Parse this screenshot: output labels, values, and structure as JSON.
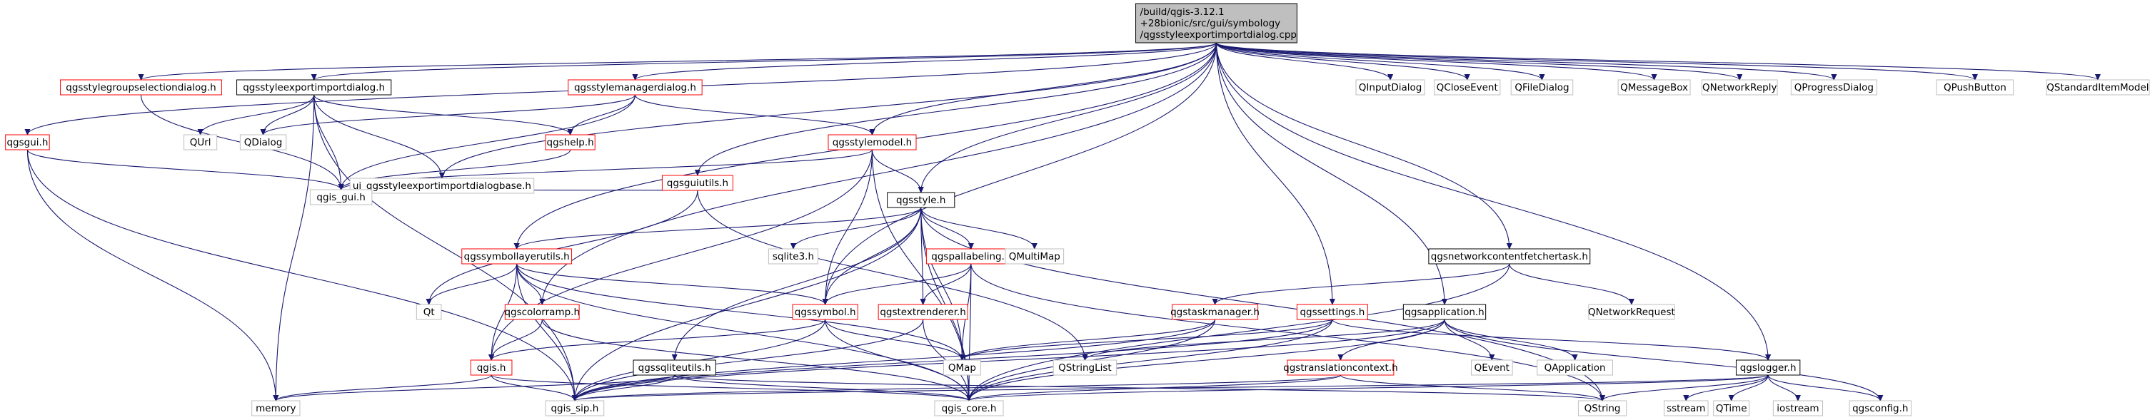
{
  "diagram": {
    "type": "include-dependency-graph",
    "colors": {
      "root_fill": "#bfbfbf",
      "root_border": "#000000",
      "documented_border": "#000000",
      "undocumented_border": "#ff0000",
      "external_border": "#bfbfbf",
      "node_fill": "#ffffff",
      "edge": "#191970"
    },
    "nodes": [
      {
        "id": "root",
        "kind": "root",
        "lines": [
          "/build/qgis-3.12.1",
          "+28bionic/src/gui/symbology",
          "/qgsstyleexportimportdialog.cpp"
        ]
      },
      {
        "id": "groupsel",
        "kind": "undocumented",
        "lines": [
          "qgsstylegroupselectiondialog.h"
        ]
      },
      {
        "id": "exportimport",
        "kind": "documented",
        "lines": [
          "qgsstyleexportimportdialog.h"
        ]
      },
      {
        "id": "stylemanager",
        "kind": "undocumented",
        "lines": [
          "qgsstylemanagerdialog.h"
        ]
      },
      {
        "id": "qgsgui",
        "kind": "undocumented",
        "lines": [
          "qgsgui.h"
        ]
      },
      {
        "id": "qurl",
        "kind": "external",
        "lines": [
          "QUrl"
        ]
      },
      {
        "id": "qdialog",
        "kind": "external",
        "lines": [
          "QDialog"
        ]
      },
      {
        "id": "uibase",
        "kind": "external",
        "lines": [
          "ui_qgsstyleexportimportdialogbase.h"
        ]
      },
      {
        "id": "qgshelp",
        "kind": "undocumented",
        "lines": [
          "qgshelp.h"
        ]
      },
      {
        "id": "guiutils",
        "kind": "undocumented",
        "lines": [
          "qgsguiutils.h"
        ]
      },
      {
        "id": "stylemodel",
        "kind": "undocumented",
        "lines": [
          "qgsstylemodel.h"
        ]
      },
      {
        "id": "qgisgui",
        "kind": "external",
        "lines": [
          "qgis_gui.h"
        ]
      },
      {
        "id": "qgsstyle",
        "kind": "documented",
        "lines": [
          "qgsstyle.h"
        ]
      },
      {
        "id": "qinputdialog",
        "kind": "external",
        "lines": [
          "QInputDialog"
        ]
      },
      {
        "id": "qcloseevent",
        "kind": "external",
        "lines": [
          "QCloseEvent"
        ]
      },
      {
        "id": "qfiledialog",
        "kind": "external",
        "lines": [
          "QFileDialog"
        ]
      },
      {
        "id": "qmessagebox",
        "kind": "external",
        "lines": [
          "QMessageBox"
        ]
      },
      {
        "id": "qnetworkreply",
        "kind": "external",
        "lines": [
          "QNetworkReply"
        ]
      },
      {
        "id": "qprogressdialog",
        "kind": "external",
        "lines": [
          "QProgressDialog"
        ]
      },
      {
        "id": "qpushbutton",
        "kind": "external",
        "lines": [
          "QPushButton"
        ]
      },
      {
        "id": "qstandarditemmodel",
        "kind": "external",
        "lines": [
          "QStandardItemModel"
        ]
      },
      {
        "id": "symbollayerutils",
        "kind": "undocumented",
        "lines": [
          "qgssymbollayerutils.h"
        ]
      },
      {
        "id": "sqlite3",
        "kind": "external",
        "lines": [
          "sqlite3.h"
        ]
      },
      {
        "id": "pallabeling",
        "kind": "undocumented",
        "lines": [
          "qgspallabeling.h"
        ]
      },
      {
        "id": "qmultimap",
        "kind": "external",
        "lines": [
          "QMultiMap"
        ]
      },
      {
        "id": "netfetcher",
        "kind": "documented",
        "lines": [
          "qgsnetworkcontentfetchertask.h"
        ]
      },
      {
        "id": "qt",
        "kind": "external",
        "lines": [
          "Qt"
        ]
      },
      {
        "id": "colorramp",
        "kind": "undocumented",
        "lines": [
          "qgscolorramp.h"
        ]
      },
      {
        "id": "qgssymbol",
        "kind": "undocumented",
        "lines": [
          "qgssymbol.h"
        ]
      },
      {
        "id": "textrenderer",
        "kind": "undocumented",
        "lines": [
          "qgstextrenderer.h"
        ]
      },
      {
        "id": "taskmanager",
        "kind": "undocumented",
        "lines": [
          "qgstaskmanager.h"
        ]
      },
      {
        "id": "settings",
        "kind": "undocumented",
        "lines": [
          "qgssettings.h"
        ]
      },
      {
        "id": "application",
        "kind": "documented",
        "lines": [
          "qgsapplication.h"
        ]
      },
      {
        "id": "qnetworkrequest",
        "kind": "external",
        "lines": [
          "QNetworkRequest"
        ]
      },
      {
        "id": "qgis",
        "kind": "undocumented",
        "lines": [
          "qgis.h"
        ]
      },
      {
        "id": "sqliteutils",
        "kind": "documented",
        "lines": [
          "qgssqliteutils.h"
        ]
      },
      {
        "id": "qmap",
        "kind": "external",
        "lines": [
          "QMap"
        ]
      },
      {
        "id": "qstringlist",
        "kind": "external",
        "lines": [
          "QStringList"
        ]
      },
      {
        "id": "translation",
        "kind": "undocumented",
        "lines": [
          "qgstranslationcontext.h"
        ]
      },
      {
        "id": "qevent",
        "kind": "external",
        "lines": [
          "QEvent"
        ]
      },
      {
        "id": "qapplication",
        "kind": "external",
        "lines": [
          "QApplication"
        ]
      },
      {
        "id": "logger",
        "kind": "documented",
        "lines": [
          "qgslogger.h"
        ]
      },
      {
        "id": "memory",
        "kind": "external",
        "lines": [
          "memory"
        ]
      },
      {
        "id": "qgissip",
        "kind": "external",
        "lines": [
          "qgis_sip.h"
        ]
      },
      {
        "id": "qgiscore",
        "kind": "external",
        "lines": [
          "qgis_core.h"
        ]
      },
      {
        "id": "qstring",
        "kind": "external",
        "lines": [
          "QString"
        ]
      },
      {
        "id": "sstream",
        "kind": "external",
        "lines": [
          "sstream"
        ]
      },
      {
        "id": "qtime",
        "kind": "external",
        "lines": [
          "QTime"
        ]
      },
      {
        "id": "iostream",
        "kind": "external",
        "lines": [
          "iostream"
        ]
      },
      {
        "id": "qgsconfig",
        "kind": "external",
        "lines": [
          "qgsconfig.h"
        ]
      }
    ],
    "edges": [
      [
        "root",
        "groupsel"
      ],
      [
        "root",
        "exportimport"
      ],
      [
        "root",
        "stylemanager"
      ],
      [
        "root",
        "qgsgui"
      ],
      [
        "root",
        "uibase"
      ],
      [
        "root",
        "guiutils"
      ],
      [
        "root",
        "stylemodel"
      ],
      [
        "root",
        "qgsstyle"
      ],
      [
        "root",
        "colorramp"
      ],
      [
        "root",
        "symbollayerutils"
      ],
      [
        "root",
        "qgssymbol"
      ],
      [
        "root",
        "settings"
      ],
      [
        "root",
        "netfetcher"
      ],
      [
        "root",
        "application"
      ],
      [
        "root",
        "logger"
      ],
      [
        "root",
        "qinputdialog"
      ],
      [
        "root",
        "qcloseevent"
      ],
      [
        "root",
        "qfiledialog"
      ],
      [
        "root",
        "qmessagebox"
      ],
      [
        "root",
        "qnetworkreply"
      ],
      [
        "root",
        "qprogressdialog"
      ],
      [
        "root",
        "qpushbutton"
      ],
      [
        "root",
        "qstandarditemmodel"
      ],
      [
        "groupsel",
        "qgisgui"
      ],
      [
        "exportimport",
        "qurl"
      ],
      [
        "exportimport",
        "qdialog"
      ],
      [
        "exportimport",
        "uibase"
      ],
      [
        "exportimport",
        "qgshelp"
      ],
      [
        "exportimport",
        "qgisgui"
      ],
      [
        "exportimport",
        "memory"
      ],
      [
        "exportimport",
        "qgissip"
      ],
      [
        "stylemanager",
        "qdialog"
      ],
      [
        "stylemanager",
        "qgshelp"
      ],
      [
        "stylemanager",
        "stylemodel"
      ],
      [
        "stylemanager",
        "qgisgui"
      ],
      [
        "qgsgui",
        "qgisgui"
      ],
      [
        "qgsgui",
        "memory"
      ],
      [
        "qgsgui",
        "qgissip"
      ],
      [
        "qgshelp",
        "qgisgui"
      ],
      [
        "guiutils",
        "qgisgui"
      ],
      [
        "guiutils",
        "qt"
      ],
      [
        "guiutils",
        "qstringlist"
      ],
      [
        "stylemodel",
        "qgsstyle"
      ],
      [
        "stylemodel",
        "qgssymbol"
      ],
      [
        "stylemodel",
        "qgisgui"
      ],
      [
        "stylemodel",
        "qgiscore"
      ],
      [
        "stylemodel",
        "qgis"
      ],
      [
        "qgsstyle",
        "symbollayerutils"
      ],
      [
        "qgsstyle",
        "sqlite3"
      ],
      [
        "qgsstyle",
        "pallabeling"
      ],
      [
        "qgsstyle",
        "qmultimap"
      ],
      [
        "qgsstyle",
        "qgssymbol"
      ],
      [
        "qgsstyle",
        "textrenderer"
      ],
      [
        "qgsstyle",
        "sqliteutils"
      ],
      [
        "qgsstyle",
        "qmap"
      ],
      [
        "qgsstyle",
        "qgiscore"
      ],
      [
        "qgsstyle",
        "qgissip"
      ],
      [
        "qgsstyle",
        "qstring"
      ],
      [
        "symbollayerutils",
        "qt"
      ],
      [
        "symbollayerutils",
        "colorramp"
      ],
      [
        "symbollayerutils",
        "qgssymbol"
      ],
      [
        "symbollayerutils",
        "qgis"
      ],
      [
        "symbollayerutils",
        "qmap"
      ],
      [
        "symbollayerutils",
        "qgiscore"
      ],
      [
        "symbollayerutils",
        "qgissip"
      ],
      [
        "pallabeling",
        "qgssymbol"
      ],
      [
        "pallabeling",
        "textrenderer"
      ],
      [
        "pallabeling",
        "qmap"
      ],
      [
        "pallabeling",
        "qgiscore"
      ],
      [
        "pallabeling",
        "qstring"
      ],
      [
        "colorramp",
        "qgis"
      ],
      [
        "colorramp",
        "qgiscore"
      ],
      [
        "qgssymbol",
        "qgis"
      ],
      [
        "qgssymbol",
        "qmap"
      ],
      [
        "qgssymbol",
        "qgiscore"
      ],
      [
        "qgssymbol",
        "qgissip"
      ],
      [
        "textrenderer",
        "qgiscore"
      ],
      [
        "textrenderer",
        "qgissip"
      ],
      [
        "netfetcher",
        "taskmanager"
      ],
      [
        "netfetcher",
        "qnetworkrequest"
      ],
      [
        "netfetcher",
        "qgiscore"
      ],
      [
        "taskmanager",
        "qmap"
      ],
      [
        "taskmanager",
        "qgiscore"
      ],
      [
        "taskmanager",
        "qgissip"
      ],
      [
        "settings",
        "qgiscore"
      ],
      [
        "settings",
        "qgissip"
      ],
      [
        "settings",
        "logger"
      ],
      [
        "settings",
        "qmap"
      ],
      [
        "application",
        "qstringlist"
      ],
      [
        "application",
        "translation"
      ],
      [
        "application",
        "qevent"
      ],
      [
        "application",
        "qapplication"
      ],
      [
        "application",
        "qgiscore"
      ],
      [
        "application",
        "qgissip"
      ],
      [
        "application",
        "qgsconfig"
      ],
      [
        "qgis",
        "memory"
      ],
      [
        "qgis",
        "qgissip"
      ],
      [
        "qgis",
        "qgiscore"
      ],
      [
        "sqliteutils",
        "memory"
      ],
      [
        "sqliteutils",
        "qgissip"
      ],
      [
        "sqliteutils",
        "qgiscore"
      ],
      [
        "sqliteutils",
        "qstring"
      ],
      [
        "translation",
        "qgissip"
      ],
      [
        "translation",
        "qgiscore"
      ],
      [
        "translation",
        "qstring"
      ],
      [
        "logger",
        "qstring"
      ],
      [
        "logger",
        "sstream"
      ],
      [
        "logger",
        "qtime"
      ],
      [
        "logger",
        "iostream"
      ],
      [
        "logger",
        "qgsconfig"
      ],
      [
        "logger",
        "qgiscore"
      ],
      [
        "logger",
        "qgissip"
      ]
    ]
  }
}
